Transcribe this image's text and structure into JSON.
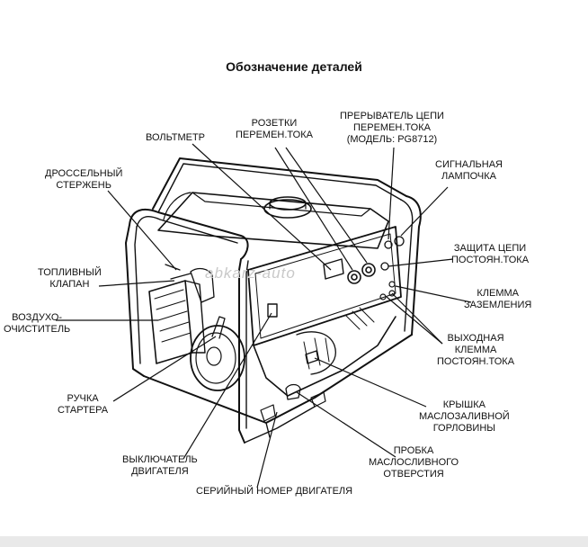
{
  "title": "Обозначение деталей",
  "watermark": "abkarz-auto",
  "labels": {
    "voltmeter": [
      "ВОЛЬТМЕТР"
    ],
    "ac_outlets": [
      "РОЗЕТКИ",
      "ПЕРЕМЕН.ТОКА"
    ],
    "ac_breaker": [
      "ПРЕРЫВАТЕЛЬ ЦЕПИ",
      "ПЕРЕМЕН.ТОКА",
      "(МОДЕЛЬ: PG8712)"
    ],
    "signal_lamp": [
      "СИГНАЛЬНАЯ",
      "ЛАМПОЧКА"
    ],
    "dc_protection": [
      "ЗАЩИТА ЦЕПИ",
      "ПОСТОЯН.ТОКА"
    ],
    "ground_terminal": [
      "КЛЕММА",
      "ЗАЗЕМЛЕНИЯ"
    ],
    "dc_output": [
      "ВЫХОДНАЯ",
      "КЛЕММА",
      "ПОСТОЯН.ТОКА"
    ],
    "oil_fill_cap": [
      "КРЫШКА",
      "МАСЛОЗАЛИВНОЙ",
      "ГОРЛОВИНЫ"
    ],
    "oil_drain_plug": [
      "ПРОБКА",
      "МАСЛОСЛИВНОГО",
      "ОТВЕРСТИЯ"
    ],
    "engine_serial": [
      "СЕРИЙНЫЙ НОМЕР ДВИГАТЕЛЯ"
    ],
    "engine_switch": [
      "ВЫКЛЮЧАТЕЛЬ",
      "ДВИГАТЕЛЯ"
    ],
    "starter_handle": [
      "РУЧКА",
      "СТАРТЕРА"
    ],
    "air_cleaner": [
      "ВОЗДУХО-",
      "ОЧИСТИТЕЛЬ"
    ],
    "fuel_valve": [
      "ТОПЛИВНЫЙ",
      "КЛАПАН"
    ],
    "choke_rod": [
      "ДРОССЕЛЬНЫЙ",
      "СТЕРЖЕНЬ"
    ]
  }
}
